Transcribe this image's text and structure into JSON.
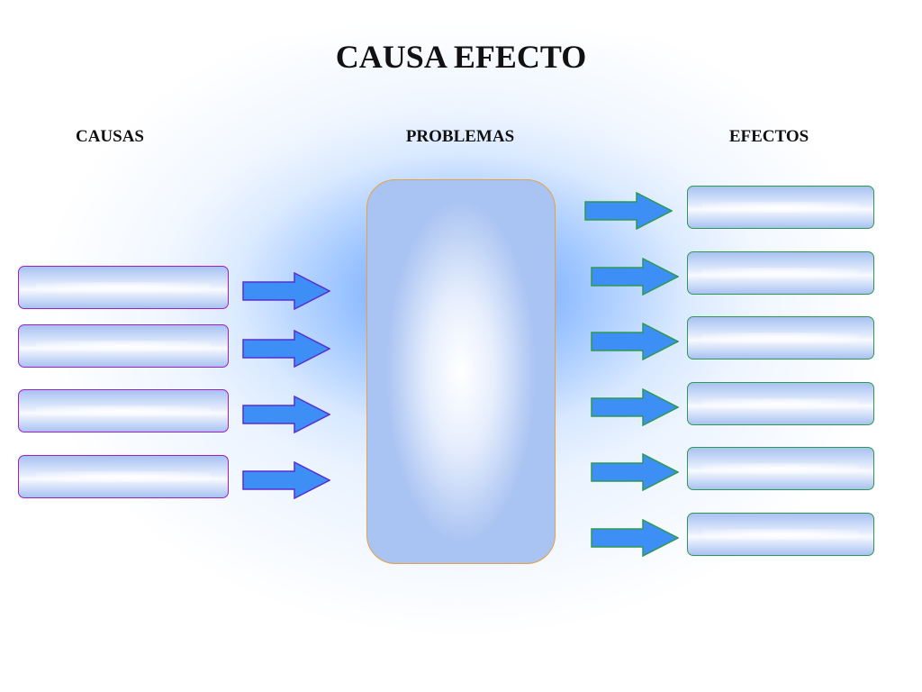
{
  "title": "CAUSA EFECTO",
  "headers": {
    "causas": "CAUSAS",
    "problemas": "PROBLEMAS",
    "efectos": "EFECTOS"
  },
  "colors": {
    "cause_border": "#a020c0",
    "effect_border": "#2e9a4e",
    "problem_border": "#e8a040",
    "arrow_fill": "#3d8ff5",
    "arrow_stroke_cause": "#5a2fd0",
    "arrow_stroke_effect": "#2e9a4e",
    "background_glow": "#468cff"
  },
  "icons": {
    "arrow": "right-arrow-icon"
  }
}
